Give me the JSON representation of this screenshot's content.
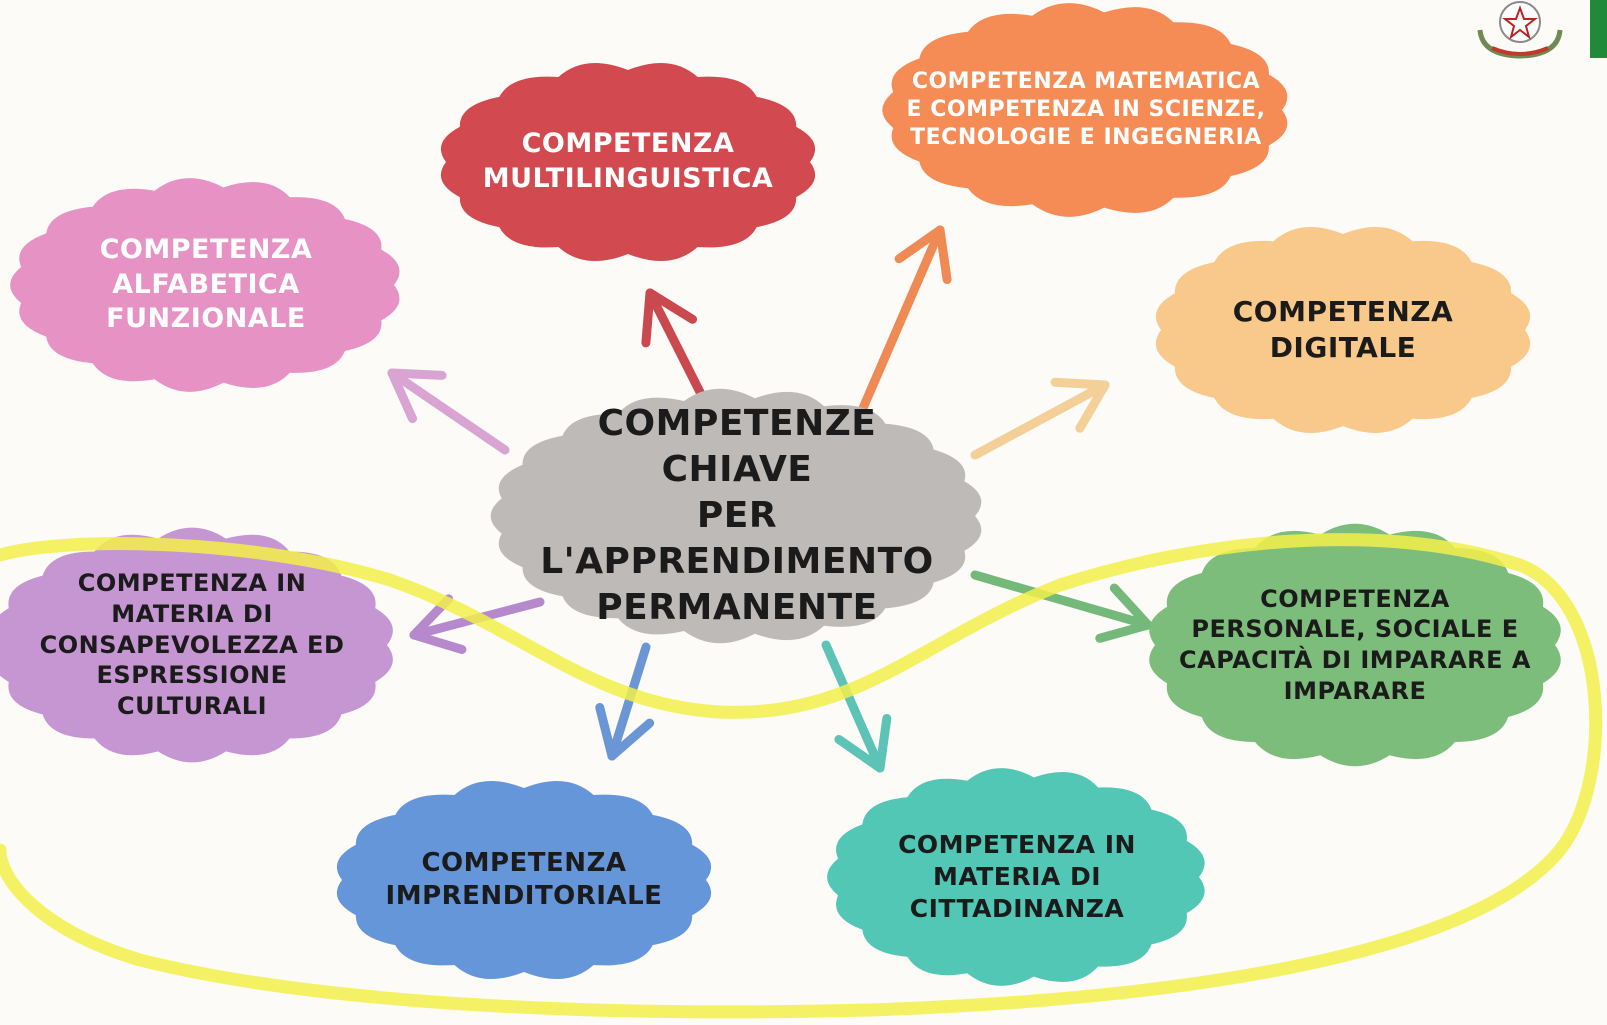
{
  "center": {
    "text": "COMPETENZE CHIAVE\nPER L'APPRENDIMENTO\nPERMANENTE",
    "color": "#bebab7",
    "text_color": "#1b1b1b"
  },
  "nodes": [
    {
      "id": "alfabetica",
      "text": "COMPETENZA\nALFABETICA\nFUNZIONALE",
      "color": "#e792c4",
      "text_color": "#ffffff"
    },
    {
      "id": "multilinguistica",
      "text": "COMPETENZA\nMULTILINGUISTICA",
      "color": "#d24a4f",
      "text_color": "#ffffff"
    },
    {
      "id": "matematica",
      "text": "COMPETENZA MATEMATICA\nE COMPETENZA IN SCIENZE,\nTECNOLOGIE E INGEGNERIA",
      "color": "#f58c55",
      "text_color": "#ffffff"
    },
    {
      "id": "digitale",
      "text": "COMPETENZA\nDIGITALE",
      "color": "#f8c98a",
      "text_color": "#1b1b1b"
    },
    {
      "id": "personale",
      "text": "COMPETENZA\nPERSONALE, SOCIALE E\nCAPACITÀ DI IMPARARE A\nIMPARARE",
      "color": "#7dbd7b",
      "text_color": "#1b1b1b"
    },
    {
      "id": "cittadinanza",
      "text": "COMPETENZA IN\nMATERIA DI\nCITTADINANZA",
      "color": "#52c7b5",
      "text_color": "#1b1b1b"
    },
    {
      "id": "imprenditoriale",
      "text": "COMPETENZA\nIMPRENDITORIALE",
      "color": "#6696da",
      "text_color": "#1b1b1b"
    },
    {
      "id": "culturali",
      "text": "COMPETENZA IN\nMATERIA DI\nCONSAPEVOLEZZA ED\nESPRESSIONE\nCULTURALI",
      "color": "#c596d2",
      "text_color": "#1b1b1b"
    }
  ],
  "arrows": [
    {
      "to": "alfabetica",
      "color": "#d9a3d2"
    },
    {
      "to": "multilinguistica",
      "color": "#c9494e"
    },
    {
      "to": "matematica",
      "color": "#ef8a55"
    },
    {
      "to": "digitale",
      "color": "#f4cf97"
    },
    {
      "to": "personale",
      "color": "#74b87a"
    },
    {
      "to": "cittadinanza",
      "color": "#5cc3b6"
    },
    {
      "to": "imprenditoriale",
      "color": "#6b96d6"
    },
    {
      "to": "culturali",
      "color": "#b589cc"
    }
  ],
  "highlight": {
    "color": "#f2f04a"
  },
  "emblem": {
    "icon": "italian-republic-emblem-icon"
  },
  "flag": {
    "icon": "flag-stripe-icon",
    "color": "#1f8a3a"
  }
}
